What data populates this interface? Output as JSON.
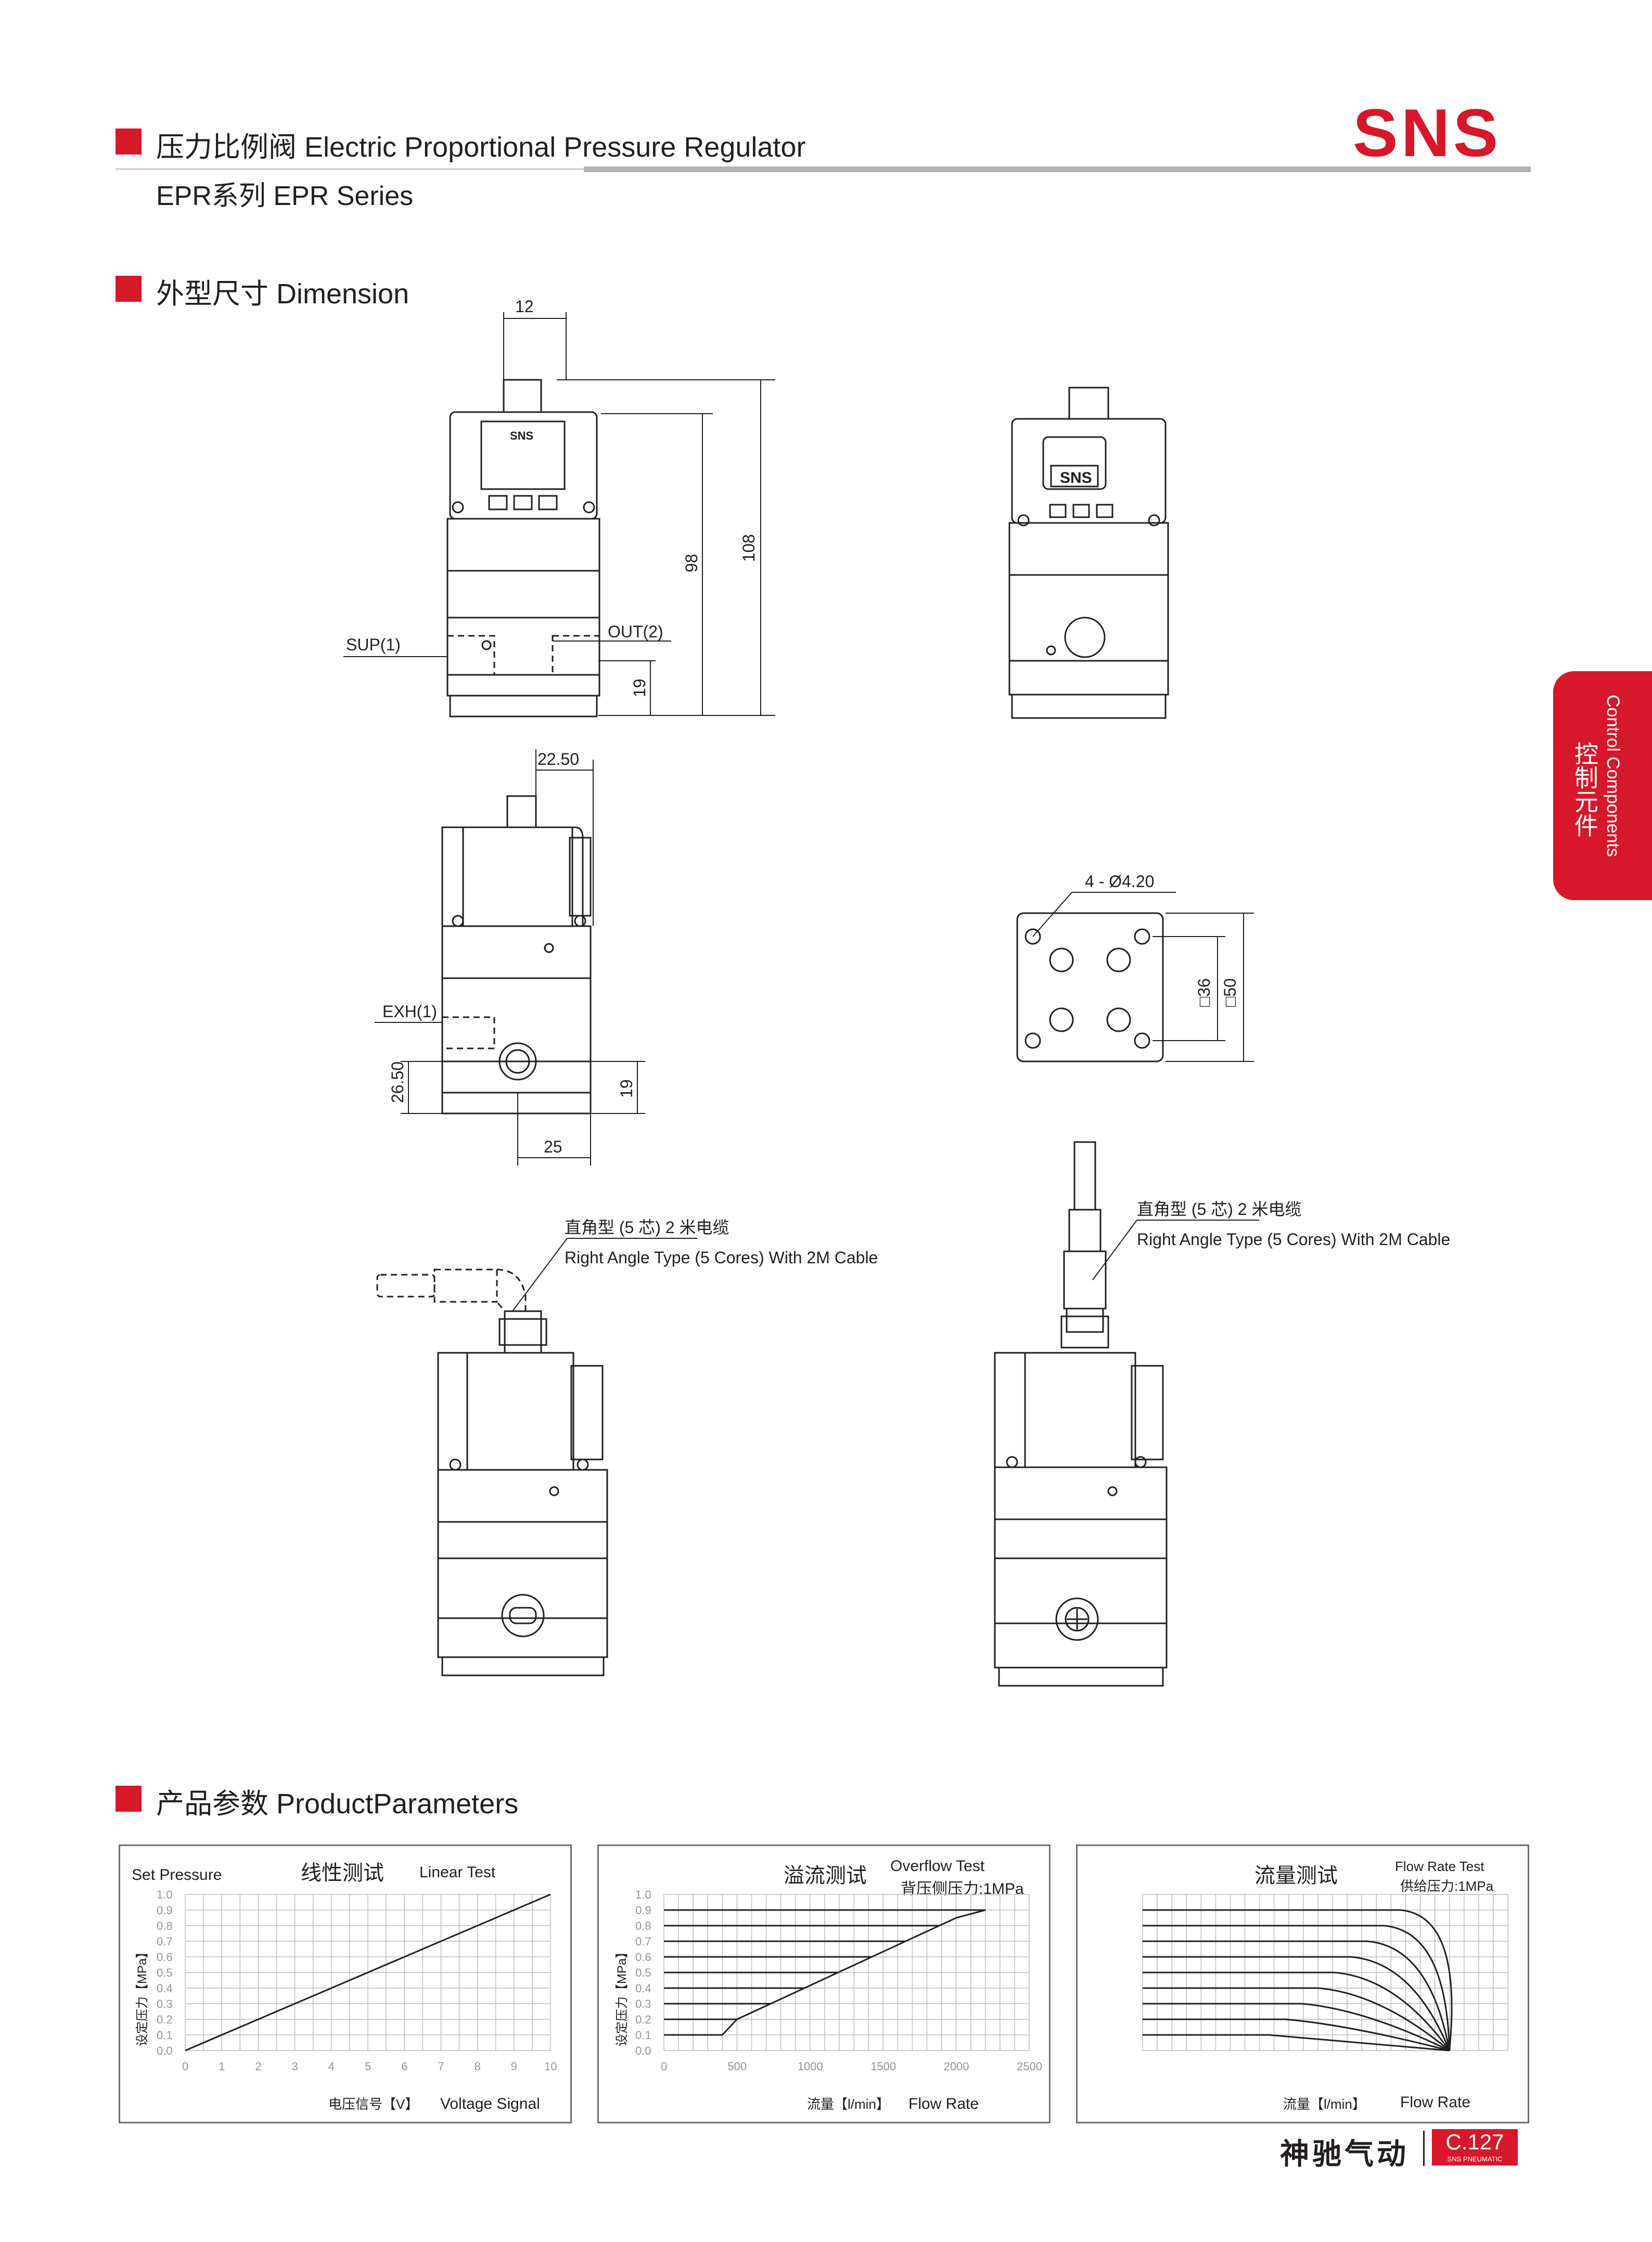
{
  "header": {
    "title": "压力比例阀 Electric Proportional Pressure Regulator",
    "series": "EPR系列 EPR Series",
    "logo": "SNS"
  },
  "dimension_section": {
    "heading": "外型尺寸 Dimension",
    "labels": {
      "d12": "12",
      "d98": "98",
      "d108": "108",
      "d19a": "19",
      "sup": "SUP(1)",
      "out": "OUT(2)",
      "d22_50": "22.50",
      "exh": "EXH(1)",
      "d26_50": "26.50",
      "d19b": "19",
      "d25": "25",
      "holes": "4 - Ø4.20",
      "sq36": "□36",
      "sq50": "□50",
      "device_logo": "SNS",
      "cable_cn": "直角型 (5 芯) 2 米电缆",
      "cable_en": "Right Angle Type (5 Cores) With 2M Cable"
    }
  },
  "sidetab": {
    "en": "Control Components",
    "cn": "控制元件"
  },
  "params_section": {
    "heading": "产品参数 ProductParameters"
  },
  "charts": [
    {
      "type": "line",
      "title": "线性测试",
      "title_en": "Linear Test",
      "corner": "Set Pressure",
      "ylabel": "设定压力【MPa】",
      "xlabel": "电压信号【V】",
      "xlabel_en": "Voltage Signal",
      "x_ticks": [
        "0",
        "1",
        "2",
        "3",
        "4",
        "5",
        "6",
        "7",
        "8",
        "9",
        "10"
      ],
      "y_ticks": [
        "0.0",
        "0.1",
        "0.2",
        "0.3",
        "0.4",
        "0.5",
        "0.6",
        "0.7",
        "0.8",
        "0.9",
        "1.0"
      ],
      "xlim": [
        0,
        10
      ],
      "ylim": [
        0,
        1.0
      ],
      "series": [
        {
          "x": [
            0,
            10
          ],
          "y": [
            0,
            1.0
          ]
        }
      ]
    },
    {
      "type": "line",
      "title": "溢流测试",
      "title_en": "Overflow Test",
      "note": "背压侧压力:1MPa",
      "ylabel": "设定压力【MPa】",
      "xlabel": "流量【l/min】",
      "xlabel_en": "Flow Rate",
      "x_ticks": [
        "0",
        "500",
        "1000",
        "1500",
        "2000",
        "2500"
      ],
      "y_ticks": [
        "0.0",
        "0.1",
        "0.2",
        "0.3",
        "0.4",
        "0.5",
        "0.6",
        "0.7",
        "0.8",
        "0.9",
        "1.0"
      ],
      "xlim": [
        0,
        2500
      ],
      "ylim": [
        0,
        1.0
      ],
      "levels": [
        0.9,
        0.8,
        0.7,
        0.6,
        0.5,
        0.4,
        0.3,
        0.2,
        0.1
      ],
      "envelope": {
        "x": [
          400,
          500,
          2000,
          2200
        ],
        "y": [
          0.1,
          0.2,
          0.85,
          0.9
        ]
      }
    },
    {
      "type": "line",
      "title": "流量测试",
      "title_en": "Flow Rate Test",
      "note": "供给压力:1MPa",
      "xlabel": "流量【l/min】",
      "xlabel_en": "Flow Rate",
      "levels": [
        0.9,
        0.8,
        0.7,
        0.6,
        0.5,
        0.4,
        0.3,
        0.2,
        0.1
      ]
    }
  ],
  "footer": {
    "brand": "神驰气动",
    "page": "C.127",
    "sub": "SNS PNEUMATIC"
  }
}
